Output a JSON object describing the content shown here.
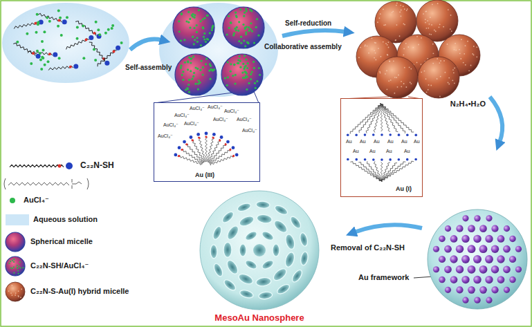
{
  "diagram": {
    "nodes": [
      {
        "text": [
          "AuCl₄⁻",
          "AuCl₄⁻",
          "AuCl₄⁻",
          "AuCl₄⁻",
          "AuCl₄⁻",
          "AuCl₄⁻",
          "AuCl₄⁻",
          "AuCl₄⁻",
          "AuCl₄⁻",
          "AuCl₄⁻",
          "Au (III)"
        ]
      },
      {
        "text": [
          "Au",
          "Au",
          "Au",
          "Au",
          "Au",
          "Au",
          "Au",
          "Au",
          "Au",
          "Au",
          "Au (I)"
        ]
      }
    ],
    "labels": [
      "Self-assembly",
      "Self-reduction",
      "Collaborative assembly",
      "N₂H₄•H₂O",
      "Removal of C₂₂N-SH",
      "Au framework",
      "MesoAu Nanosphere",
      "C₂₂N-SH"
    ],
    "legend": [
      {
        "text": "AuCl₄⁻",
        "color": "#2db84c"
      },
      {
        "text": "Aqueous solution",
        "color": "#cde6f7"
      },
      {
        "text": "Spherical micelle"
      },
      {
        "text": "C₂₂N-SH/AuCl₄⁻"
      },
      {
        "text": "C₂₂N-S-Au(I) hybrid micelle"
      }
    ]
  }
}
